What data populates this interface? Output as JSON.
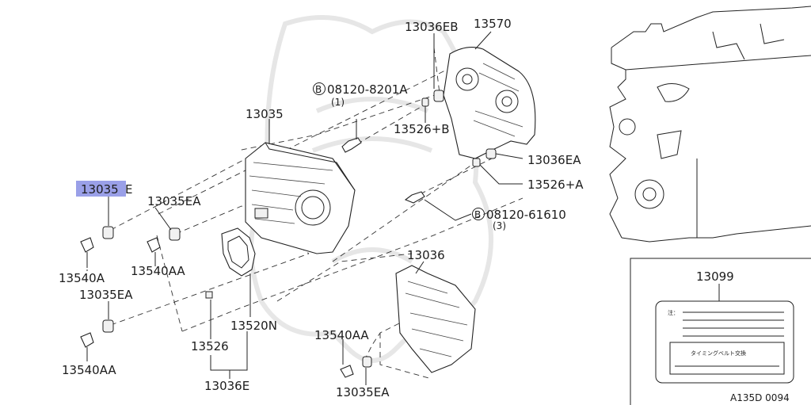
{
  "diagram": {
    "highlight_color": "#9aa0e8",
    "labels": {
      "p13036EB": "13036EB",
      "p13570": "13570",
      "bolt_top": "08120-8201A",
      "bolt_top_qty": "(1)",
      "p13035": "13035",
      "p13526B": "13526+B",
      "p13036EA": "13036EA",
      "p13526A": "13526+A",
      "bolt_mid": "08120-61610",
      "bolt_mid_qty": "(3)",
      "p13035E_part1": "13035",
      "p13035E_part2": "E",
      "p13035EA_1": "13035EA",
      "p13540A": "13540A",
      "p13540AA_1": "13540AA",
      "p13035EA_2": "13035EA",
      "p13520N": "13520N",
      "p13526": "13526",
      "p13036E": "13036E",
      "p13540AA_2": "13540AA",
      "p13540AA_3": "13540AA",
      "p13036": "13036",
      "p13035EA_3": "13035EA",
      "p13099": "13099",
      "bolt_symbol": "B"
    },
    "label_card": {
      "note_prefix": "注：",
      "sticker_text": "タイミングベルト交換"
    },
    "footer_code": "A135D 0094"
  }
}
